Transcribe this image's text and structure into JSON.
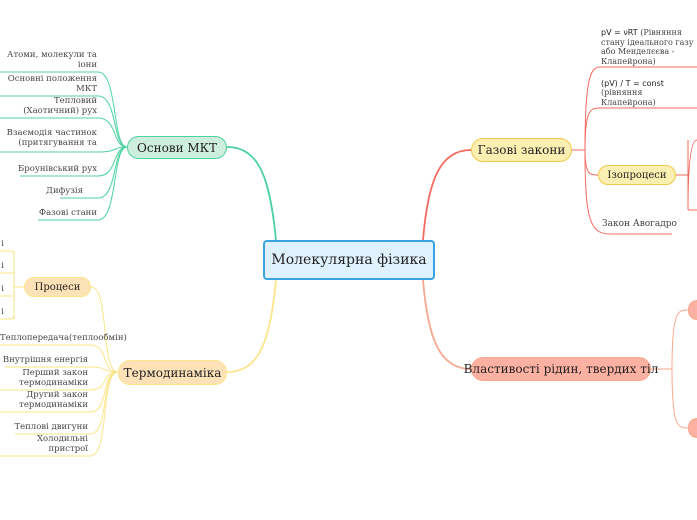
{
  "central": "Молекулярна фізика",
  "osnovy": {
    "label": "Основи МКТ",
    "items": [
      "Атоми, молекули та іони",
      "Основні положення МКТ",
      "Тепловий (Хаотичний) рух",
      "Взаємодія частинок (притягування та",
      "Броунівський рух",
      "Дифузія",
      "Фазові стани"
    ]
  },
  "termo": {
    "label": "Термодинаміка",
    "processes": {
      "label": "Процеси",
      "items": [
        "і",
        "і",
        "і",
        "і"
      ]
    },
    "items": [
      "Теплопередача(теплообмін)",
      "Внутрішня енергія",
      "Перший закон термодинаміки",
      "Другий закон термодинаміки",
      "Теплові двигуни",
      "Холодильні пристрої"
    ]
  },
  "gas": {
    "label": "Газові закони",
    "eq1_formula": "pV = νRT",
    "eq1_text": " (Рівняння стану ідеального",
    "eq1_line2": "газу або Менделєєва - Клапейрона)",
    "eq2_formula": "(pV) / T = const",
    "eq2_text": " (рівняння",
    "eq2_line2": "Клапейрона)",
    "isoprocesses": "Ізопроцеси",
    "avogadro": "Закон Авогадро"
  },
  "props": {
    "label": "Властивості рідин, твердих тіл"
  }
}
